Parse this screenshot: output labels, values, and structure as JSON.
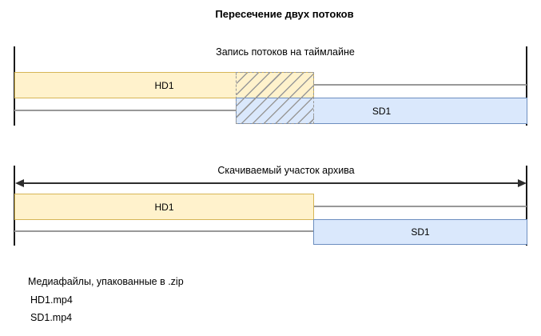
{
  "title": "Пересечение двух потоков",
  "timeline_recording": {
    "label": "Запись потоков на таймлайне",
    "hd_bar": {
      "label": "HD1"
    },
    "sd_bar": {
      "label": "SD1"
    }
  },
  "download_section": {
    "label": "Скачиваемый участок архива",
    "hd_bar": {
      "label": "HD1"
    },
    "sd_bar": {
      "label": "SD1"
    }
  },
  "files": {
    "heading": "Медиафайлы, упакованные в .zip",
    "items": [
      "HD1.mp4",
      "SD1.mp4"
    ]
  },
  "colors": {
    "hd-fill": "#fff2cc",
    "hd-stroke": "#d6b656",
    "sd-fill": "#dae8fc",
    "sd-stroke": "#6c8ebf",
    "track-line": "#999999",
    "hatch-line": "#999999",
    "axis-line": "#1a1a1a",
    "arrow": "#2d2d2d",
    "text": "#000000"
  }
}
